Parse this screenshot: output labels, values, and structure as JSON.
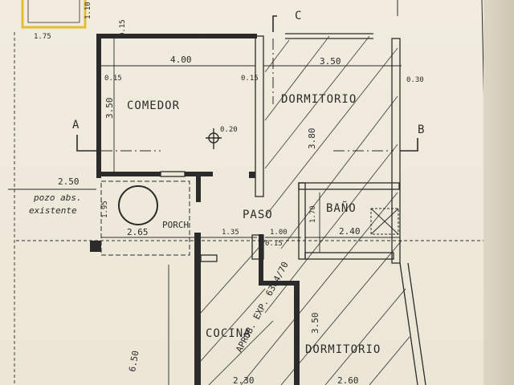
{
  "rooms": {
    "comedor": "COMEDOR",
    "dormitorio_top": "DORMITORIO",
    "bano": "BAÑO",
    "paso": "PASO",
    "porch": "PORCH",
    "cocina": "COCINA",
    "dormitorio_bottom": "DORMITORIO"
  },
  "sections": {
    "a": "A",
    "b": "B",
    "c": "C"
  },
  "dims": {
    "d175": "1.75",
    "d110": "1.10",
    "d400": "4.00",
    "d350_top": "3.50",
    "d350_left": "3.50",
    "d380": "3.80",
    "d250": "2.50",
    "d195": "1.95",
    "d265": "2.65",
    "d135": "1.35",
    "d100": "1.00",
    "d240": "2.40",
    "d650": "6.50",
    "d350_bottom": "3.50",
    "d230": "2.30",
    "d260": "2.60",
    "d170": "1.70",
    "d030": "0.30",
    "d020": "0.20",
    "d015": "0.15"
  },
  "notes": {
    "pozo1": "pozo abs.",
    "pozo2": "existente",
    "stamp": "APROB. EXP. 6384/70"
  },
  "colors": {
    "ink": "#2b2b2b",
    "paper": "#efeadb",
    "highlight": "#e8c33a"
  }
}
